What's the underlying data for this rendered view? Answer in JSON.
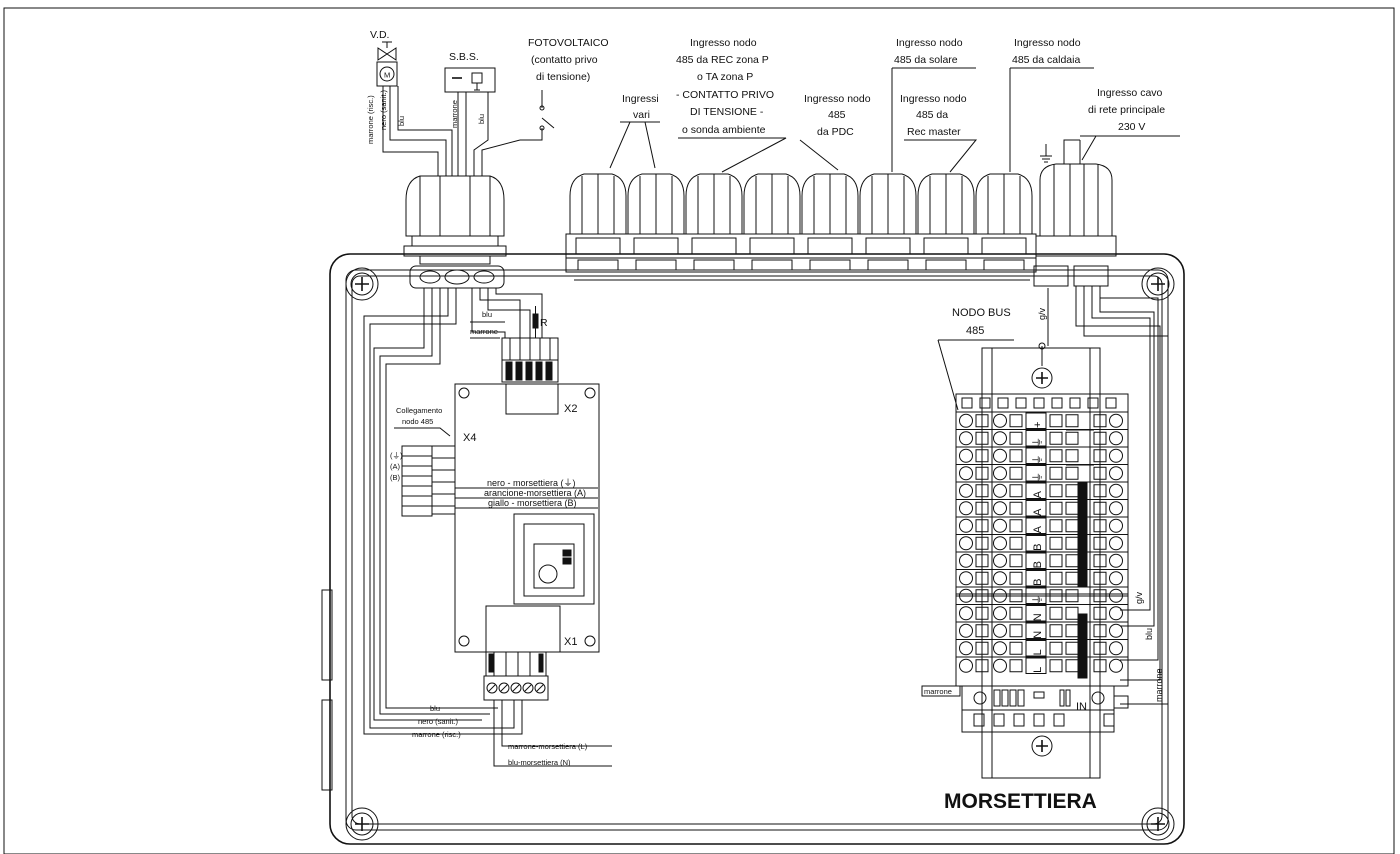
{
  "labels": {
    "vd": "V.D.",
    "sbs": "S.B.S.",
    "fotovoltaico": [
      "FOTOVOLTAICO",
      "(contatto privo",
      "di tensione)"
    ],
    "wire_marrone_risc": "marrone (risc.)",
    "wire_nero_sanit": "nero (sanit.)",
    "wire_blu": "blu",
    "wire_marrone": "marrone",
    "ingressi_vari": [
      "Ingressi",
      "vari"
    ],
    "ingresso_rec_zona": [
      "Ingresso nodo",
      "485 da REC zona P",
      "o TA zona P",
      "- CONTATTO PRIVO",
      "DI TENSIONE -",
      "o sonda ambiente"
    ],
    "ingresso_pdc": [
      "Ingresso nodo",
      "485",
      "da PDC"
    ],
    "ingresso_solare": [
      "Ingresso nodo",
      "485 da solare"
    ],
    "ingresso_rec_master": [
      "Ingresso nodo",
      "485 da",
      "Rec master"
    ],
    "ingresso_caldaia": [
      "Ingresso nodo",
      "485 da caldaia"
    ],
    "ingresso_rete": [
      "Ingresso cavo",
      "di rete principale",
      "230 V"
    ],
    "nodo_bus": [
      "NODO BUS",
      "485"
    ],
    "gv": "g/v",
    "r": "R",
    "x1": "X1",
    "x2": "X2",
    "x4": "X4",
    "collegamento": [
      "Collegamento",
      "nodo 485"
    ],
    "terminal_x4": [
      "(⏚)",
      "(A)",
      "(B)"
    ],
    "nero_morsettiera": "nero - morsettiera (⏚)",
    "arancione_morsettiera": "arancione-morsettiera (A)",
    "giallo_morsettiera": "giallo - morsettiera (B)",
    "bottom_blu": "blu",
    "bottom_nero_sanit": "nero (sanit.)",
    "bottom_marrone_risc": "marrone (risc.)",
    "marrone_morsettiera_l": "marrone-morsettiera (L)",
    "blu_morsettiera_n": "blu-morsettiera (N)",
    "terminal_symbols": [
      "+",
      "⏚",
      "⏚",
      "⏚",
      "A",
      "A",
      "A",
      "B",
      "B",
      "B",
      "⏚",
      "N",
      "N",
      "L",
      "L"
    ],
    "in": "IN",
    "marrone_right": "marrone",
    "blu_right": "blu",
    "gv_right": "g/v",
    "morsettiera": "MORSETTIERA"
  }
}
